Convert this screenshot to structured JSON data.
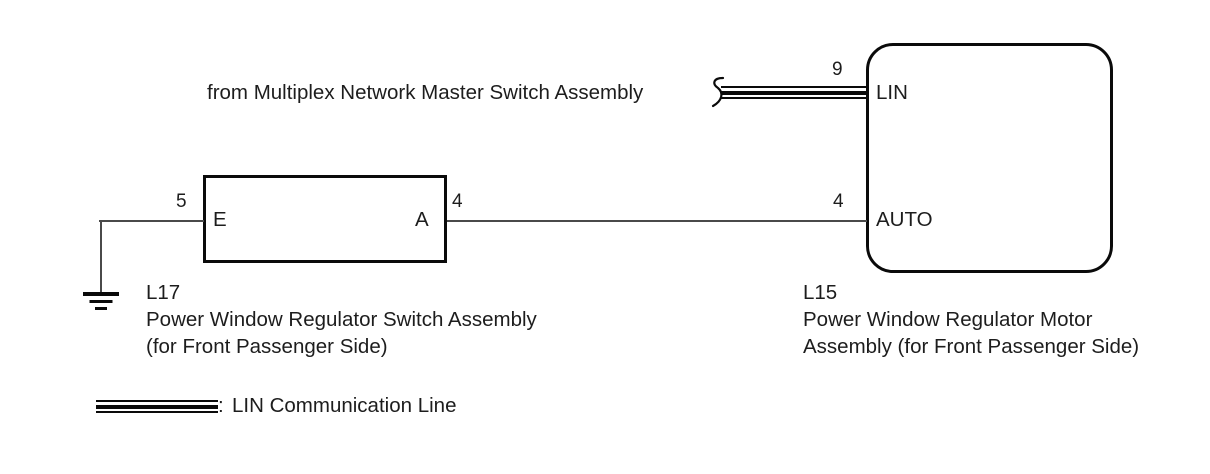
{
  "diagram": {
    "title_text": "from Multiplex Network Master Switch Assembly",
    "components": {
      "switch_assembly": {
        "code": "L17",
        "name_line1": "Power Window Regulator Switch Assembly",
        "name_line2": "(for Front Passenger Side)",
        "port_left_label": "E",
        "port_right_label": "A",
        "pin_left_number": "5",
        "pin_right_number": "4"
      },
      "motor_assembly": {
        "code": "L15",
        "name_line1": "Power Window Regulator Motor",
        "name_line2": "Assembly (for Front Passenger Side)",
        "port_top_label": "LIN",
        "port_bottom_label": "AUTO",
        "pin_top_number": "9",
        "pin_bottom_number": "4"
      }
    },
    "legend": {
      "separator": ": ",
      "text": "LIN Communication Line"
    },
    "colors": {
      "line": "#0a0a0a",
      "wire": "#4a4a4a",
      "text": "#1d1d1d",
      "background": "#ffffff"
    }
  }
}
